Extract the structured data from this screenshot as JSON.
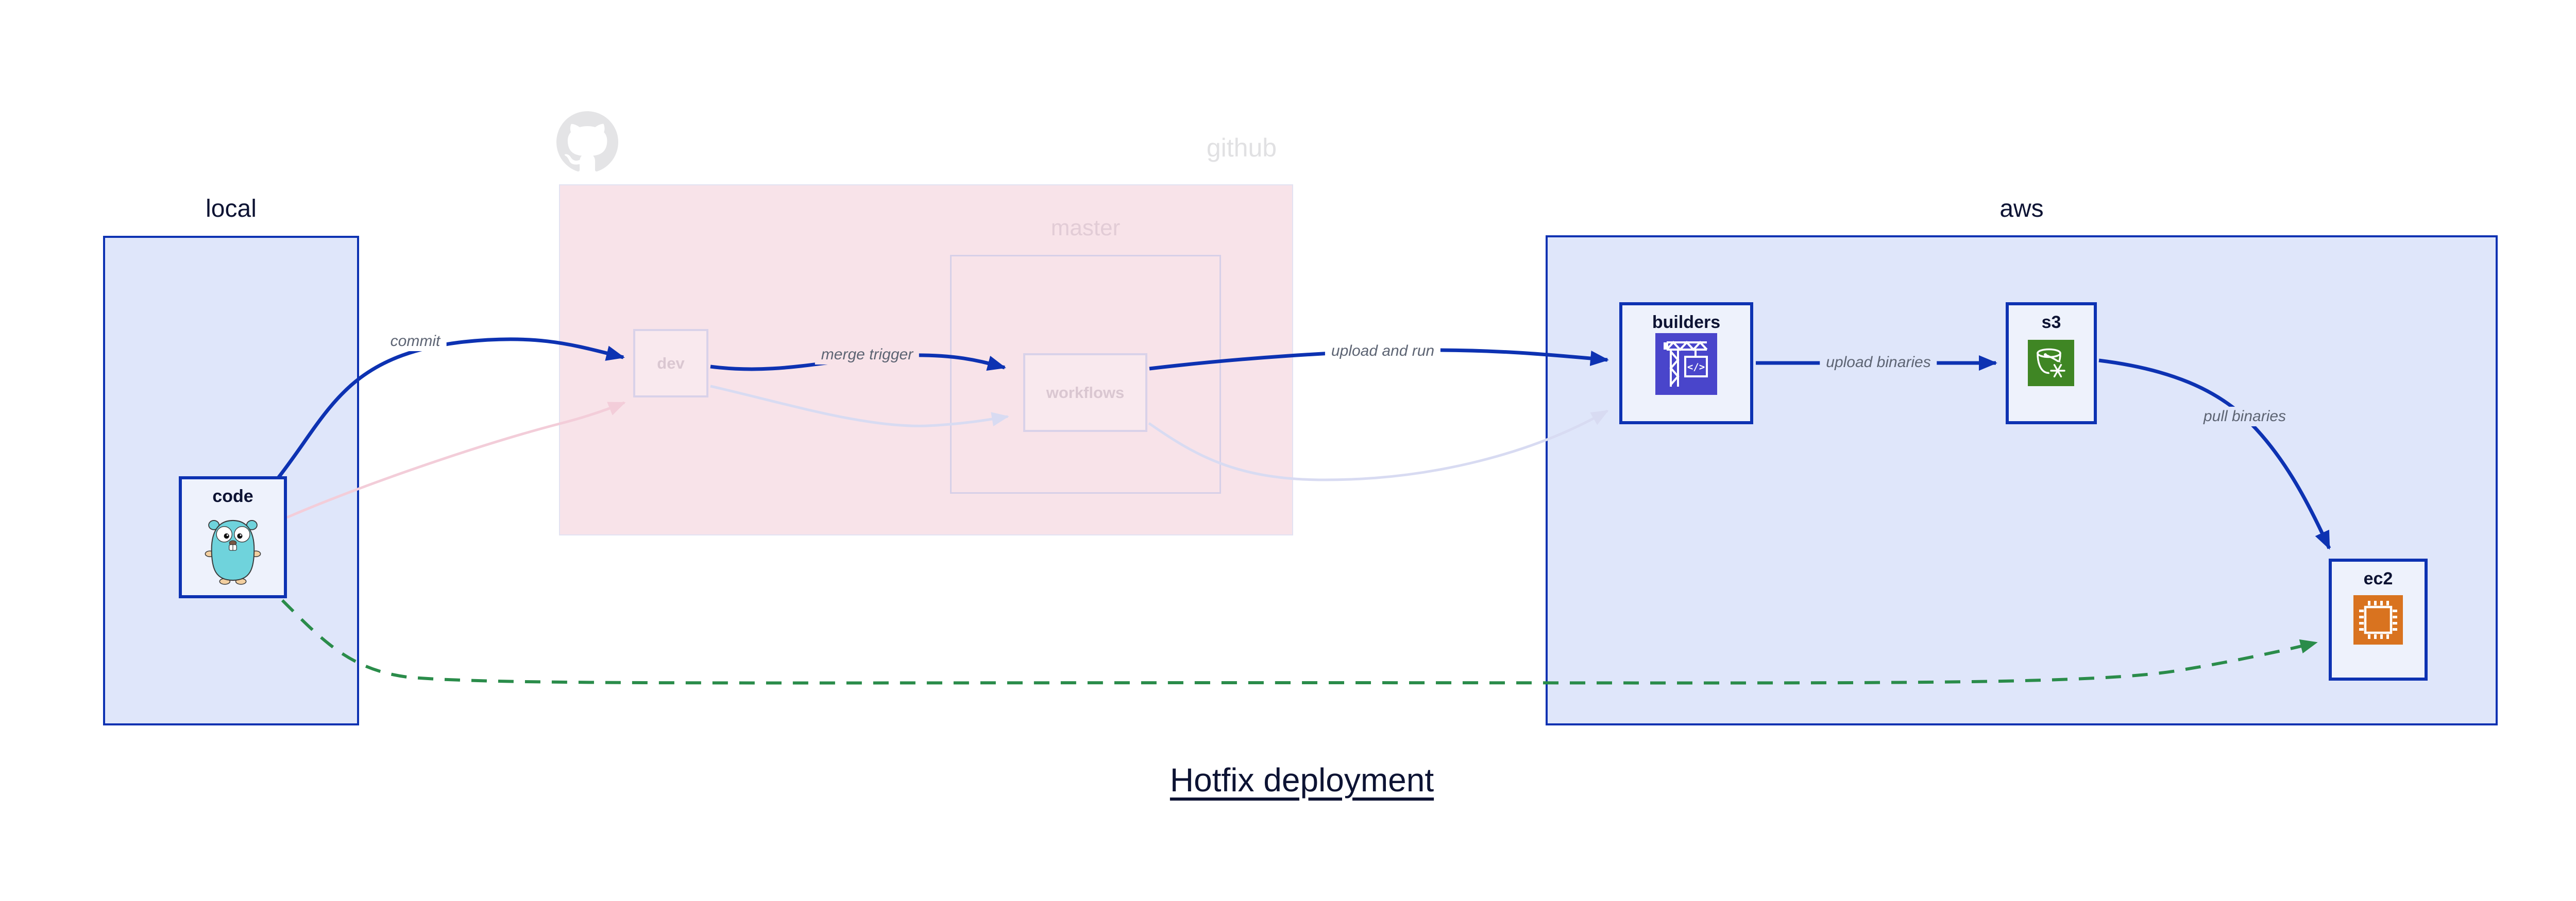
{
  "title": "Hotfix deployment",
  "containers": {
    "local": {
      "label": "local"
    },
    "github": {
      "label": "github"
    },
    "master": {
      "label": "master"
    },
    "aws": {
      "label": "aws"
    }
  },
  "nodes": {
    "code": {
      "label": "code",
      "icon": "go-gopher-icon",
      "state": "active"
    },
    "dev": {
      "label": "dev",
      "icon": "none",
      "state": "faded"
    },
    "workflows": {
      "label": "workflows",
      "icon": "none",
      "state": "faded"
    },
    "builders": {
      "label": "builders",
      "icon": "aws-codebuild-icon",
      "state": "active"
    },
    "s3": {
      "label": "s3",
      "icon": "s3-glacier-bucket-icon",
      "state": "active"
    },
    "ec2": {
      "label": "ec2",
      "icon": "ec2-chip-icon",
      "state": "active"
    }
  },
  "edge_labels": {
    "commit": "commit",
    "merge_trigger": "merge trigger",
    "upload_and_run": "upload and run",
    "upload_binaries": "upload binaries",
    "pull_binaries": "pull binaries"
  },
  "edges": [
    {
      "from": "code",
      "to": "dev",
      "label": "commit",
      "style": "solid-blue"
    },
    {
      "from": "dev",
      "to": "workflows",
      "label": "merge trigger",
      "style": "solid-blue"
    },
    {
      "from": "workflows",
      "to": "builders",
      "label": "upload and run",
      "style": "solid-blue"
    },
    {
      "from": "builders",
      "to": "s3",
      "label": "upload binaries",
      "style": "solid-blue"
    },
    {
      "from": "s3",
      "to": "ec2",
      "label": "pull binaries",
      "style": "solid-blue"
    },
    {
      "from": "code",
      "to": "ec2",
      "label": "",
      "style": "dashed-green"
    },
    {
      "from": "code",
      "to": "dev",
      "label": "",
      "style": "faded-pink"
    },
    {
      "from": "dev",
      "to": "workflows",
      "label": "",
      "style": "faded-lavender"
    },
    {
      "from": "workflows",
      "to": "builders",
      "label": "",
      "style": "faded-lavender"
    }
  ],
  "colors": {
    "accent_blue": "#0d32b2",
    "container_fill": "#dfe6fa",
    "node_fill": "#eef2fc",
    "pink_fill": "#f8e3e9",
    "faded_border": "#d7d0e8",
    "faded_label": "#dac7d1",
    "github_gray": "#e1e1e3",
    "edge_label_gray": "#5d6473",
    "text_navy": "#0d1333",
    "hotfix_green": "#2a8c4a",
    "faded_lavender_edge": "#d8dbf2",
    "faded_pink_edge": "#f3cdd9",
    "codebuild_icon_bg": "#4945cb",
    "s3_icon_bg": "#3f8624",
    "ec2_icon_bg": "#d9731f",
    "gopher_teal": "#6fd3dc"
  }
}
